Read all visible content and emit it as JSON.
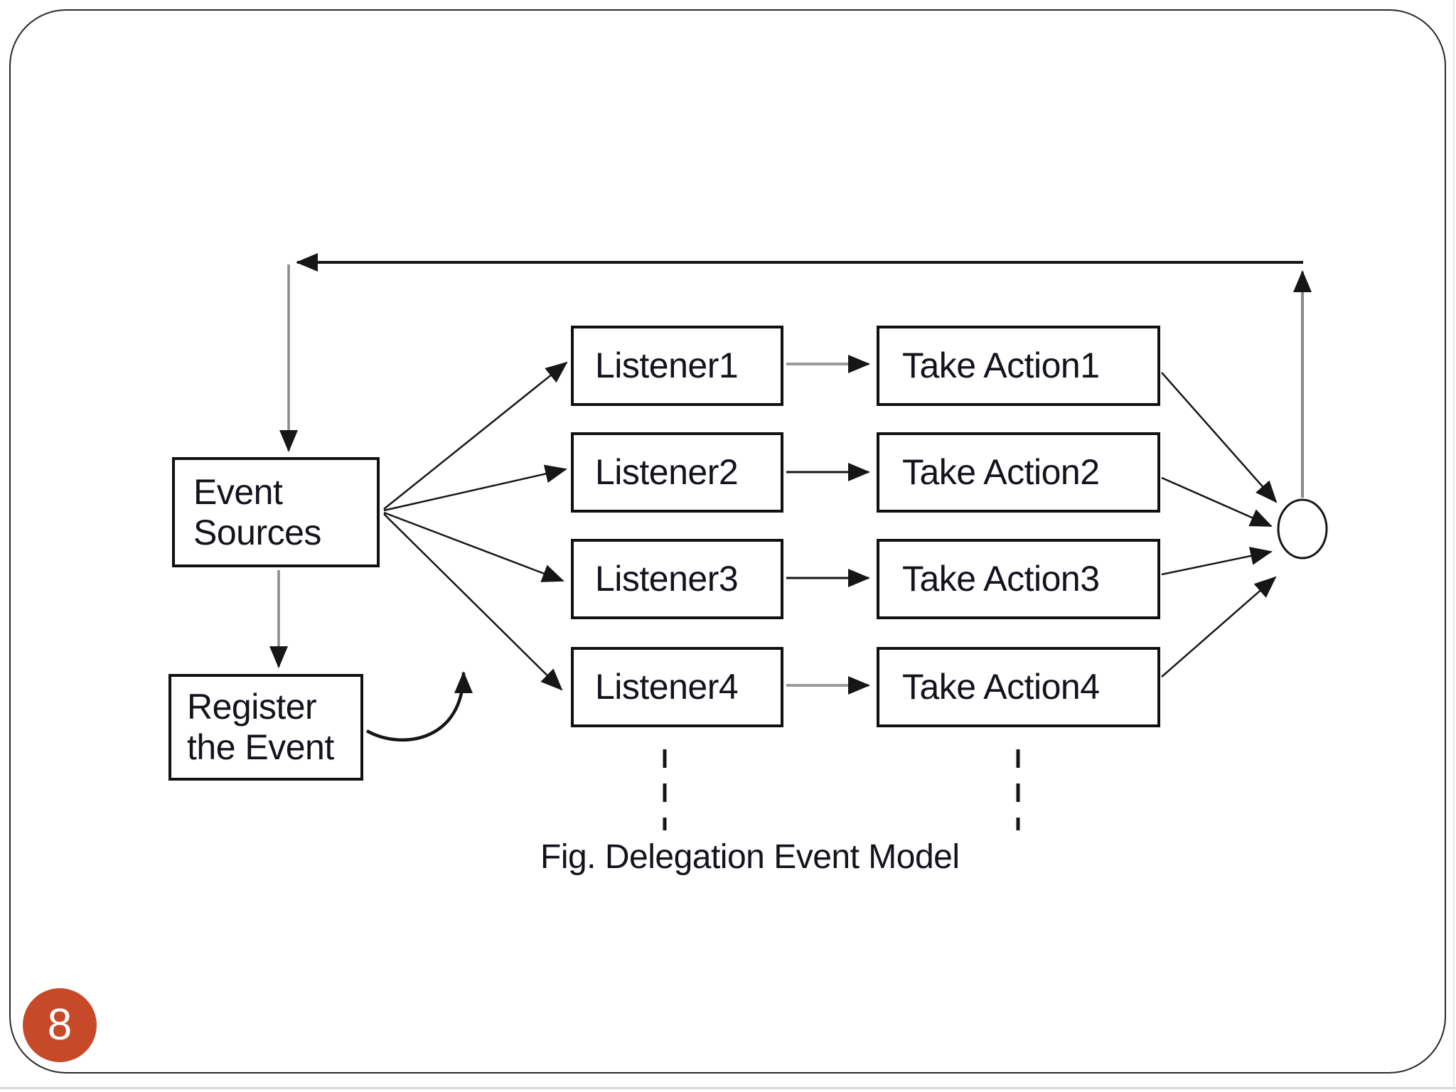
{
  "slide": {
    "page_number": "8",
    "caption": "Fig. Delegation Event Model"
  },
  "diagram": {
    "event_sources": {
      "line1": "Event",
      "line2": "Sources"
    },
    "register_event": {
      "line1": "Register",
      "line2": "the Event"
    },
    "listeners": [
      "Listener1",
      "Listener2",
      "Listener3",
      "Listener4"
    ],
    "actions": [
      "Take Action1",
      "Take Action2",
      "Take Action3",
      "Take Action4"
    ]
  },
  "colors": {
    "badge": "#c74a28",
    "line_black": "#161616",
    "line_gray": "#8a8a8a",
    "box_border": "#101010",
    "text": "#13131c",
    "slide_border": "#2a2a2a"
  }
}
